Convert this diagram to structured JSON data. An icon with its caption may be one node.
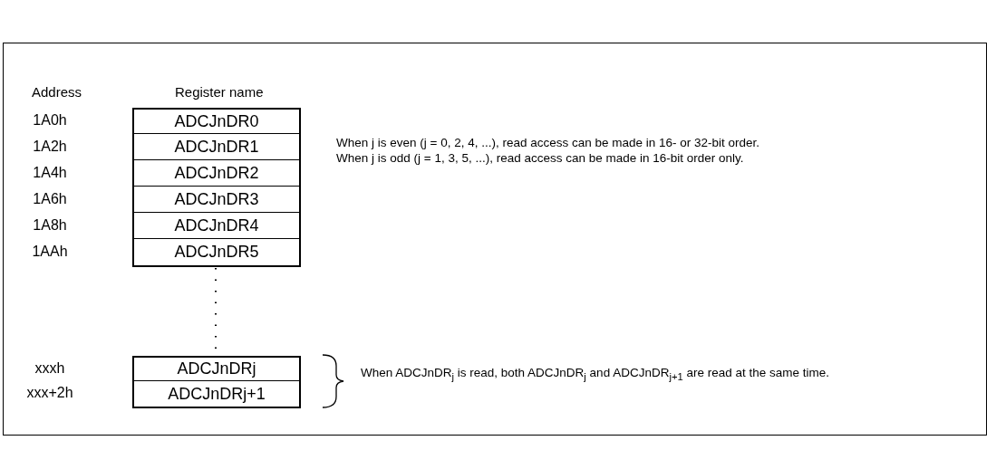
{
  "diagram": {
    "nodes": [
      {
        "text": [
          "ADCJnDR0"
        ]
      },
      {
        "text": [
          "ADCJnDR1"
        ]
      },
      {
        "text": [
          "ADCJnDR2"
        ]
      },
      {
        "text": [
          "ADCJnDR3"
        ]
      },
      {
        "text": [
          "ADCJnDR4"
        ]
      },
      {
        "text": [
          "ADCJnDR5"
        ]
      },
      {
        "text": [
          "ADCJnDRj"
        ]
      },
      {
        "text": [
          "ADCJnDRj+1"
        ]
      }
    ],
    "edges": [],
    "labels": [
      "Address",
      "Register name",
      "1A0h",
      "When j is even (j = 0, 2, 4, ...), read access can be made in 16- or 32-bit order.",
      "1A2h",
      "When j is odd (j = 1, 3, 5, ...), read access can be made in 16-bit order only.",
      "1A4h",
      "1A6h",
      "1A8h",
      "1AAh",
      "xxxh",
      "When ADCJnDR$_{j}$ is read, both ADCJnDR$_{j}$ and ADCJnDR$_{j+1}$ are read at the same time.",
      "xxx+2h"
    ]
  }
}
